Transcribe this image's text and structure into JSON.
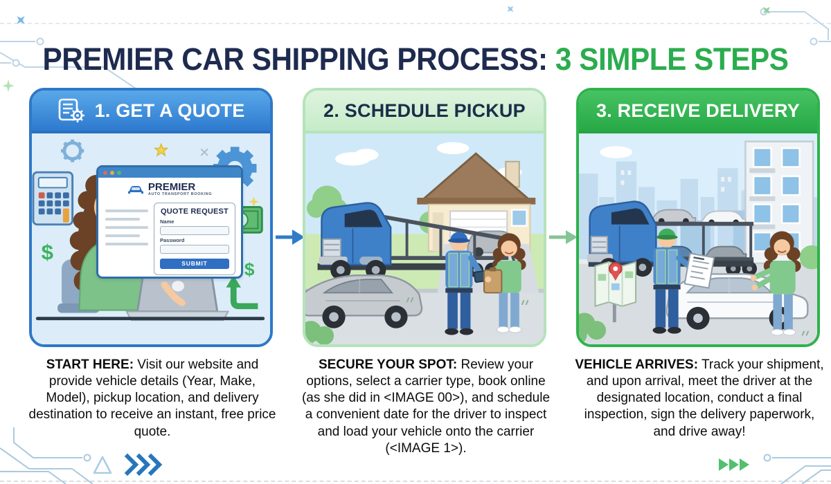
{
  "title": {
    "main": "PREMIER CAR SHIPPING PROCESS: ",
    "highlight": "3 SIMPLE STEPS"
  },
  "colors": {
    "navy": "#1E2B4F",
    "green": "#2BAC4E",
    "accent_blue": "#2F7CC9",
    "card1_border": "#2E78C8",
    "card2_border": "#B5E3BA",
    "card3_border": "#2FB24C",
    "card1_header_bg": "#3C8BD9",
    "card2_header_bg": "#CDEDCF",
    "card3_header_bg": "#30B04F"
  },
  "steps": [
    {
      "number": "1",
      "header": "1. GET A QUOTE",
      "lead": "START HERE:",
      "description": " Visit our website and provide vehicle details (Year, Make, Model), pickup location, and delivery destination to receive an instant, free price quote."
    },
    {
      "number": "2",
      "header": "2. SCHEDULE PICKUP",
      "lead": "SECURE YOUR SPOT:",
      "description": " Review your options, select a carrier type, book online (as she did in <IMAGE 00>), and schedule a convenient date for the driver to inspect and load your vehicle onto the carrier (<IMAGE 1>)."
    },
    {
      "number": "3",
      "header": "3. RECEIVE DELIVERY",
      "lead": "VEHICLE ARRIVES:",
      "description": " Track your shipment, and upon arrival, meet the driver at the designated location, conduct a final inspection, sign the delivery paperwork, and drive away!"
    }
  ],
  "illustration1": {
    "browser": {
      "brand": "PREMIER",
      "brand_sub": "AUTO TRANSPORT BOOKING",
      "form_title": "QUOTE REQUEST",
      "name_label": "Name",
      "password_label": "Password",
      "submit_label": "SUBMIT"
    },
    "dollar": "$"
  }
}
